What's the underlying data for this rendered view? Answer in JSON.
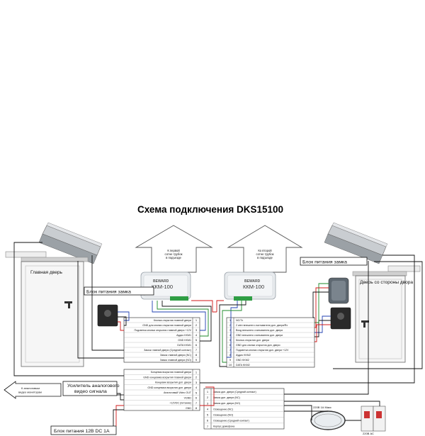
{
  "title": "Схема подключения DKS15100",
  "labels": {
    "main_door": "Главная дверь",
    "back_door": "Дверь со стороны двора",
    "lock_psu_left": "Блок питания замка",
    "lock_psu_right": "Блок питания замка",
    "video_amp": "Усилитель аналогового видео сигнала",
    "to_monitors": "К аналоговым видео мониторам",
    "psu_12v": "Блок питания 12В DC 1А",
    "lamp_rating": "220В 1А Макс",
    "mains": "220В АС"
  },
  "arrows": {
    "first_riser": "К первой сотне трубок в подъезде",
    "second_riser": "Ко второй сотне трубок в подъезде"
  },
  "devices": {
    "brand": "BEWARD",
    "model": "ККМ-100"
  },
  "term_left": [
    {
      "n": "1",
      "t": "Кнопка открытия главной двери"
    },
    {
      "n": "2",
      "t": "GND для кнопки открытия главной двери"
    },
    {
      "n": "3",
      "t": "Подсветка кнопки открытия главной двери +12V"
    },
    {
      "n": "4",
      "t": "Аудио KKM1"
    },
    {
      "n": "5",
      "t": "GND KKM1"
    },
    {
      "n": "6",
      "t": "DATA KKM1"
    },
    {
      "n": "7",
      "t": "Замок главной двери (Средний контакт)"
    },
    {
      "n": "8",
      "t": "Замок главной двери (NC)"
    },
    {
      "n": "9",
      "t": "Замок главной двери (NO)"
    }
  ],
  "term_right": [
    {
      "n": "1",
      "t": "NC/Tx"
    },
    {
      "n": "2",
      "t": "2 wire внешнего считывателя доп. двери/Rx"
    },
    {
      "n": "3",
      "t": "Вход внешнего считывателя доп. двери"
    },
    {
      "n": "4",
      "t": "GND внешнего считывателя доп. двери"
    },
    {
      "n": "5",
      "t": "Кнопка открытия доп. двери"
    },
    {
      "n": "6",
      "t": "GND для кнопки открытия доп. двери"
    },
    {
      "n": "7",
      "t": "Подсветка кнопки открытия доп. двери +12V"
    },
    {
      "n": "8",
      "t": "Аудио KKM2"
    },
    {
      "n": "9",
      "t": "GND KKM2"
    },
    {
      "n": "10",
      "t": "DATA KKM2"
    }
  ],
  "term_bottom_left": [
    {
      "n": "1",
      "t": "Концевик вскрытия главной двери"
    },
    {
      "n": "2",
      "t": "GND концевика вскрытия главной двери"
    },
    {
      "n": "3",
      "t": "Концевик вскрытия доп. двери"
    },
    {
      "n": "4",
      "t": "GND концевика вскрытия доп. двери"
    },
    {
      "n": "5",
      "t": "Аналоговый Video OUT"
    },
    {
      "n": "6",
      "t": "VGND"
    },
    {
      "n": "7",
      "t": "+12VDC (питание)"
    },
    {
      "n": "8",
      "t": "GND"
    }
  ],
  "term_bottom_right": [
    {
      "n": "1",
      "t": "Замок доп. двери (Средний контакт)"
    },
    {
      "n": "2",
      "t": "Замок доп. двери (NC)"
    },
    {
      "n": "3",
      "t": "Замок доп. двери (NO)"
    },
    {
      "n": "4",
      "t": "Освещение (NC)"
    },
    {
      "n": "5",
      "t": "Освещение (NO)"
    },
    {
      "n": "6",
      "t": "Освещение (Средний контакт)"
    },
    {
      "n": "7",
      "t": "Корпус домофона"
    }
  ],
  "colors": {
    "wire_blue": "#1f3fb0",
    "wire_red": "#d01818",
    "wire_green": "#1c8a2a",
    "wire_black": "#111111"
  }
}
